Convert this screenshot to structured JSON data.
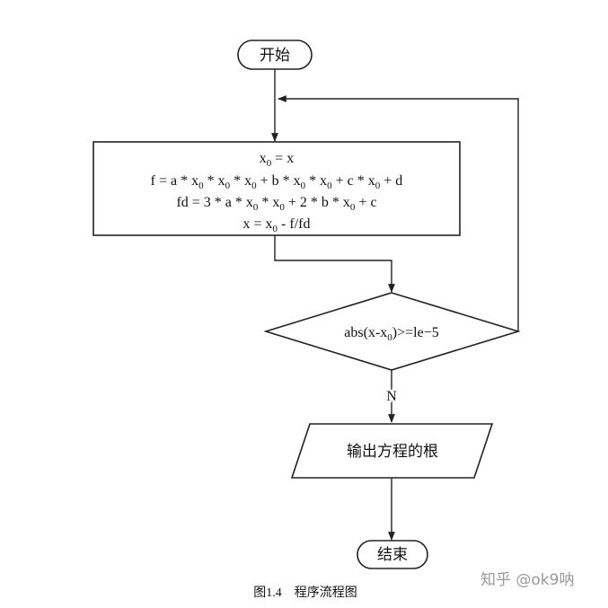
{
  "flowchart": {
    "start": "开始",
    "process": {
      "line1": {
        "pre": "x",
        "sub": "0",
        "post": " = x"
      },
      "line2": [
        {
          "t": "f = a * x"
        },
        {
          "s": "0"
        },
        {
          "t": " * x"
        },
        {
          "s": "0"
        },
        {
          "t": " * x"
        },
        {
          "s": "0"
        },
        {
          "t": " + b * x"
        },
        {
          "s": "0"
        },
        {
          "t": " * x"
        },
        {
          "s": "0"
        },
        {
          "t": " + c * x"
        },
        {
          "s": "0"
        },
        {
          "t": " + d"
        }
      ],
      "line3": [
        {
          "t": "fd = 3 * a * x"
        },
        {
          "s": "0"
        },
        {
          "t": " * x"
        },
        {
          "s": "0"
        },
        {
          "t": " + 2 * b * x"
        },
        {
          "s": "0"
        },
        {
          "t": " + c"
        }
      ],
      "line4": [
        {
          "t": "x = x"
        },
        {
          "s": "0"
        },
        {
          "t": " - f/fd"
        }
      ]
    },
    "decision": [
      {
        "t": "abs(x-x"
      },
      {
        "s": "0"
      },
      {
        "t": ")>=le−5"
      }
    ],
    "no_label": "N",
    "output": "输出方程的根",
    "end": "结束"
  },
  "caption": "图1.4　程序流程图",
  "watermark": "知乎 @ok9呐"
}
